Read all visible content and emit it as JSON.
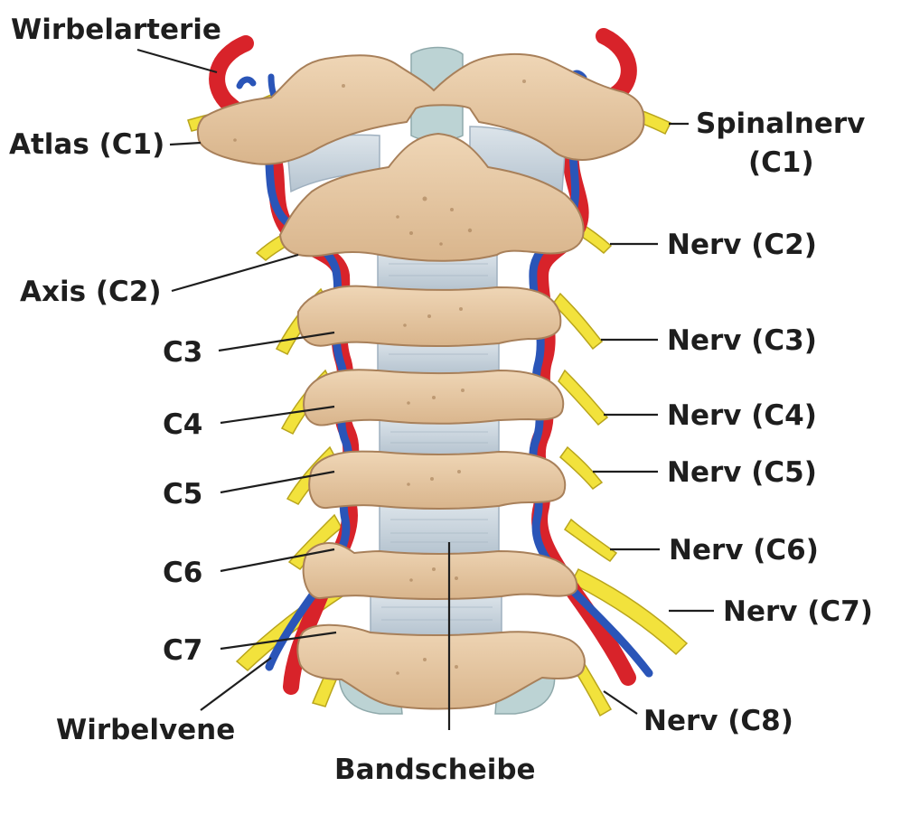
{
  "labels": {
    "wirbelarterie": "Wirbelarterie",
    "atlas": "Atlas (C1)",
    "spinalnerv_line1": "Spinalnerv",
    "spinalnerv_line2": "(C1)",
    "axis": "Axis (C2)",
    "nerv_c2": "Nerv (C2)",
    "c3": "C3",
    "nerv_c3": "Nerv (C3)",
    "c4": "C4",
    "nerv_c4": "Nerv (C4)",
    "c5": "C5",
    "nerv_c5": "Nerv (C5)",
    "c6": "C6",
    "nerv_c6": "Nerv (C6)",
    "nerv_c7": "Nerv (C7)",
    "c7": "C7",
    "wirbelvene": "Wirbelvene",
    "nerv_c8": "Nerv (C8)",
    "bandscheibe": "Bandscheibe"
  },
  "colors": {
    "bone": "#e8c9a4",
    "bone_shade": "#c9a27a",
    "bone_outline": "#a8805a",
    "disc": "#c7d2dc",
    "disc_line": "#9fb0bf",
    "nerve": "#f2e23c",
    "nerve_outline": "#b9a51c",
    "artery": "#d8232a",
    "vein": "#2a55b8",
    "label": "#1e1e1e"
  }
}
